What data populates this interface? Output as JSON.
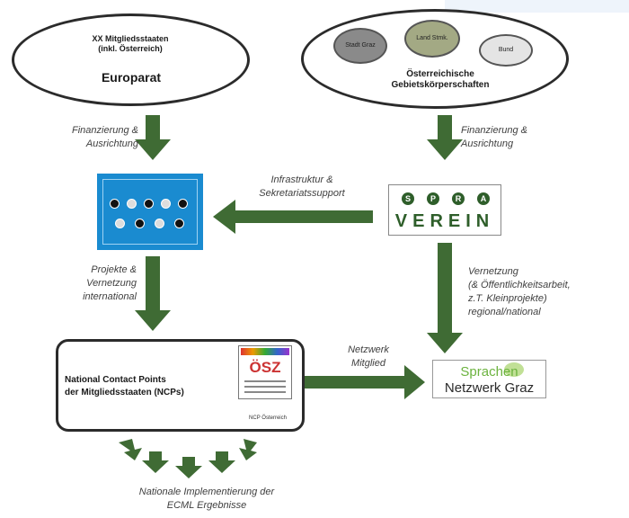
{
  "top_left": {
    "small": "XX Mitgliedsstaaten",
    "small2": "(inkl. Österreich)",
    "title": "Europarat"
  },
  "top_right": {
    "pills": [
      "Stadt Graz",
      "Land Stmk.",
      "Bund"
    ],
    "title": "Österreichische",
    "title2": "Gebietskörperschaften"
  },
  "labels": {
    "fin_left_1": "Finanzierung &",
    "fin_left_2": "Ausrichtung",
    "fin_right_1": "Finanzierung &",
    "fin_right_2": "Ausrichtung",
    "infra_1": "Infrastruktur &",
    "infra_2": "Sekretariatssupport",
    "proj_1": "Projekte &",
    "proj_2": "Vernetzung",
    "proj_3": "international",
    "vern_1": "Vernetzung",
    "vern_2": "(& Öffentlichkeitsarbeit,",
    "vern_3": "z.T. Kleinprojekte)",
    "vern_4": "regional/national",
    "net_1": "Netzwerk",
    "net_2": "Mitglied",
    "bottom_1": "Nationale Implementierung der",
    "bottom_2": "ECML Ergebnisse"
  },
  "verein": {
    "word": "VEREIN",
    "circles": [
      "S",
      "P",
      "R",
      "A"
    ]
  },
  "ncp": {
    "title_1": "National Contact Points",
    "title_2": "der Mitgliedsstaaten (NCPs)",
    "logo_text": "ÖSZ",
    "caption": "NCP Österreich"
  },
  "sprach": {
    "top": "Sprachen",
    "bottom": "Netzwerk Graz"
  },
  "colors": {
    "arrow": "#3f6b34",
    "blue": "#1a8bd0",
    "green_text": "#2e5e2a"
  }
}
